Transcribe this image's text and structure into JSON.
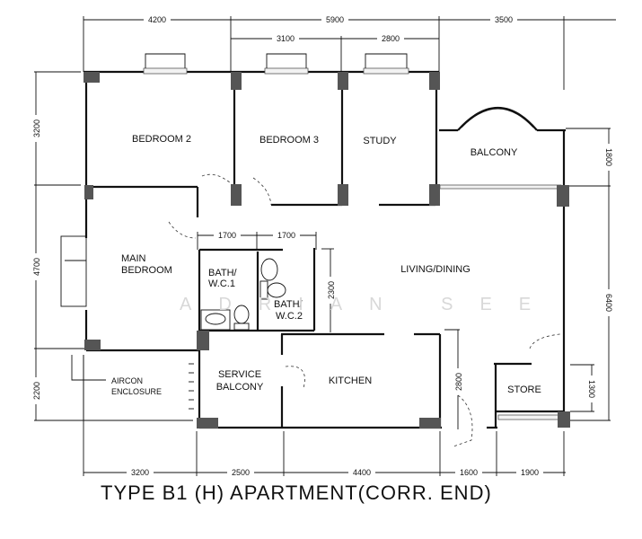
{
  "title": "TYPE B1 (H) APARTMENT(CORR. END)",
  "watermark": "ADRIAN SEE",
  "rooms": {
    "bedroom2": "BEDROOM 2",
    "bedroom3": "BEDROOM 3",
    "study": "STUDY",
    "balcony": "BALCONY",
    "main_bedroom_line1": "MAIN",
    "main_bedroom_line2": "BEDROOM",
    "bath1_line1": "BATH/",
    "bath1_line2": "W.C.1",
    "bath2_line1": "BATH/",
    "bath2_line2": "W.C.2",
    "living_dining": "LIVING/DINING",
    "service_balcony_line1": "SERVICE",
    "service_balcony_line2": "BALCONY",
    "kitchen": "KITCHEN",
    "store": "STORE",
    "aircon_line1": "AIRCON",
    "aircon_line2": "ENCLOSURE"
  },
  "dimensions": {
    "top": [
      "4200",
      "5900",
      "3500"
    ],
    "top_inner": [
      "3100",
      "2800"
    ],
    "left": [
      "3200",
      "4700",
      "2200"
    ],
    "right": [
      "1800",
      "6400",
      "1300"
    ],
    "bottom": [
      "3200",
      "2500",
      "4400",
      "1600",
      "1900"
    ],
    "bath_widths": [
      "1700",
      "1700"
    ],
    "bath_height": "2300",
    "entrance_depth": "2800"
  }
}
